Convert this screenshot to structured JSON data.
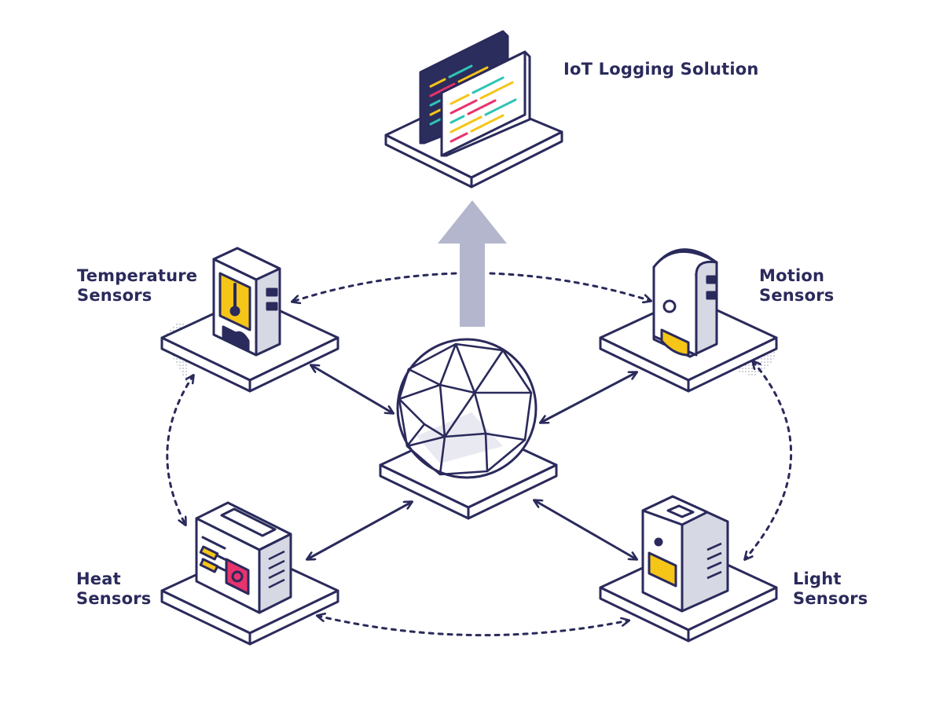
{
  "labels": {
    "logging": {
      "line1": "IoT Logging Solution"
    },
    "temperature": {
      "line1": "Temperature",
      "line2": "Sensors"
    },
    "motion": {
      "line1": "Motion",
      "line2": "Sensors"
    },
    "heat": {
      "line1": "Heat",
      "line2": "Sensors"
    },
    "light": {
      "line1": "Light",
      "line2": "Sensors"
    }
  },
  "icons": {
    "logging": "monitor-log-screens-icon",
    "hub": "geodesic-sphere-hub-icon",
    "temperature": "thermometer-device-icon",
    "motion": "motion-camera-device-icon",
    "heat": "heat-panel-device-icon",
    "light": "light-sensor-device-icon"
  },
  "colors": {
    "ink": "#2a2a5c",
    "arrow_up": "#b3b6cc",
    "yellow": "#f5c518",
    "pink": "#e8336d",
    "screen_dark": "#2b2d5c",
    "device_side": "#d6d8e3"
  }
}
